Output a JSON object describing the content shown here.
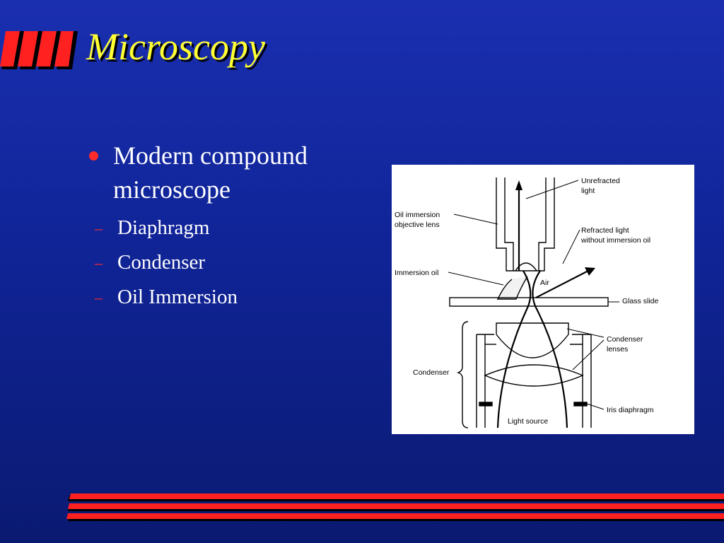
{
  "slide": {
    "title": "Microscopy",
    "bullet": "Modern compound microscope",
    "sub_items": [
      "Diaphragm",
      "Condenser",
      "Oil Immersion"
    ],
    "colors": {
      "background": "#1228a0",
      "title": "#ffff33",
      "accent": "#ff2a2a",
      "text": "#ffffff"
    }
  },
  "figure": {
    "labels": {
      "unrefracted": [
        "Unrefracted",
        "light"
      ],
      "objective": [
        "Oil immersion",
        "objective lens"
      ],
      "refracted": [
        "Refracted light",
        "without immersion oil"
      ],
      "immersion_oil": "Immersion oil",
      "air": "Air",
      "glass_slide": "Glass slide",
      "condenser_lenses": [
        "Condenser",
        "lenses"
      ],
      "condenser": "Condenser",
      "iris": "Iris diaphragm",
      "light_source": "Light source"
    }
  }
}
